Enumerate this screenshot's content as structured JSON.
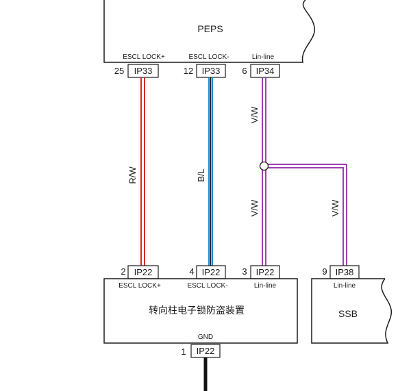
{
  "colors": {
    "red_wire": "#d42a2a",
    "blue_wire": "#1d8fd8",
    "purple_wire": "#9c3fb0",
    "black_wire": "#111111",
    "outline": "#1a1a1a"
  },
  "peps": {
    "title": "PEPS",
    "pins": [
      {
        "label": "ESCL LOCK+",
        "number": "25",
        "connector": "IP33"
      },
      {
        "label": "ESCL LOCK-",
        "number": "12",
        "connector": "IP33"
      },
      {
        "label": "Lin-line",
        "number": "6",
        "connector": "IP34"
      }
    ]
  },
  "escl": {
    "title": "转向柱电子锁防盗装置",
    "pins": [
      {
        "label": "ESCL LOCK+",
        "number": "2",
        "connector": "IP22"
      },
      {
        "label": "ESCL LOCK-",
        "number": "4",
        "connector": "IP22"
      },
      {
        "label": "Lin-line",
        "number": "3",
        "connector": "IP22"
      }
    ],
    "gnd": {
      "label": "GND",
      "number": "1",
      "connector": "IP22"
    }
  },
  "ssb": {
    "title": "SSB",
    "pin": {
      "label": "Lin-line",
      "number": "9",
      "connector": "IP38"
    }
  },
  "wires": {
    "lock_plus": "R/W",
    "lock_minus": "B/L",
    "lin_upper": "V/W",
    "lin_lower": "V/W",
    "lin_ssb": "V/W"
  }
}
